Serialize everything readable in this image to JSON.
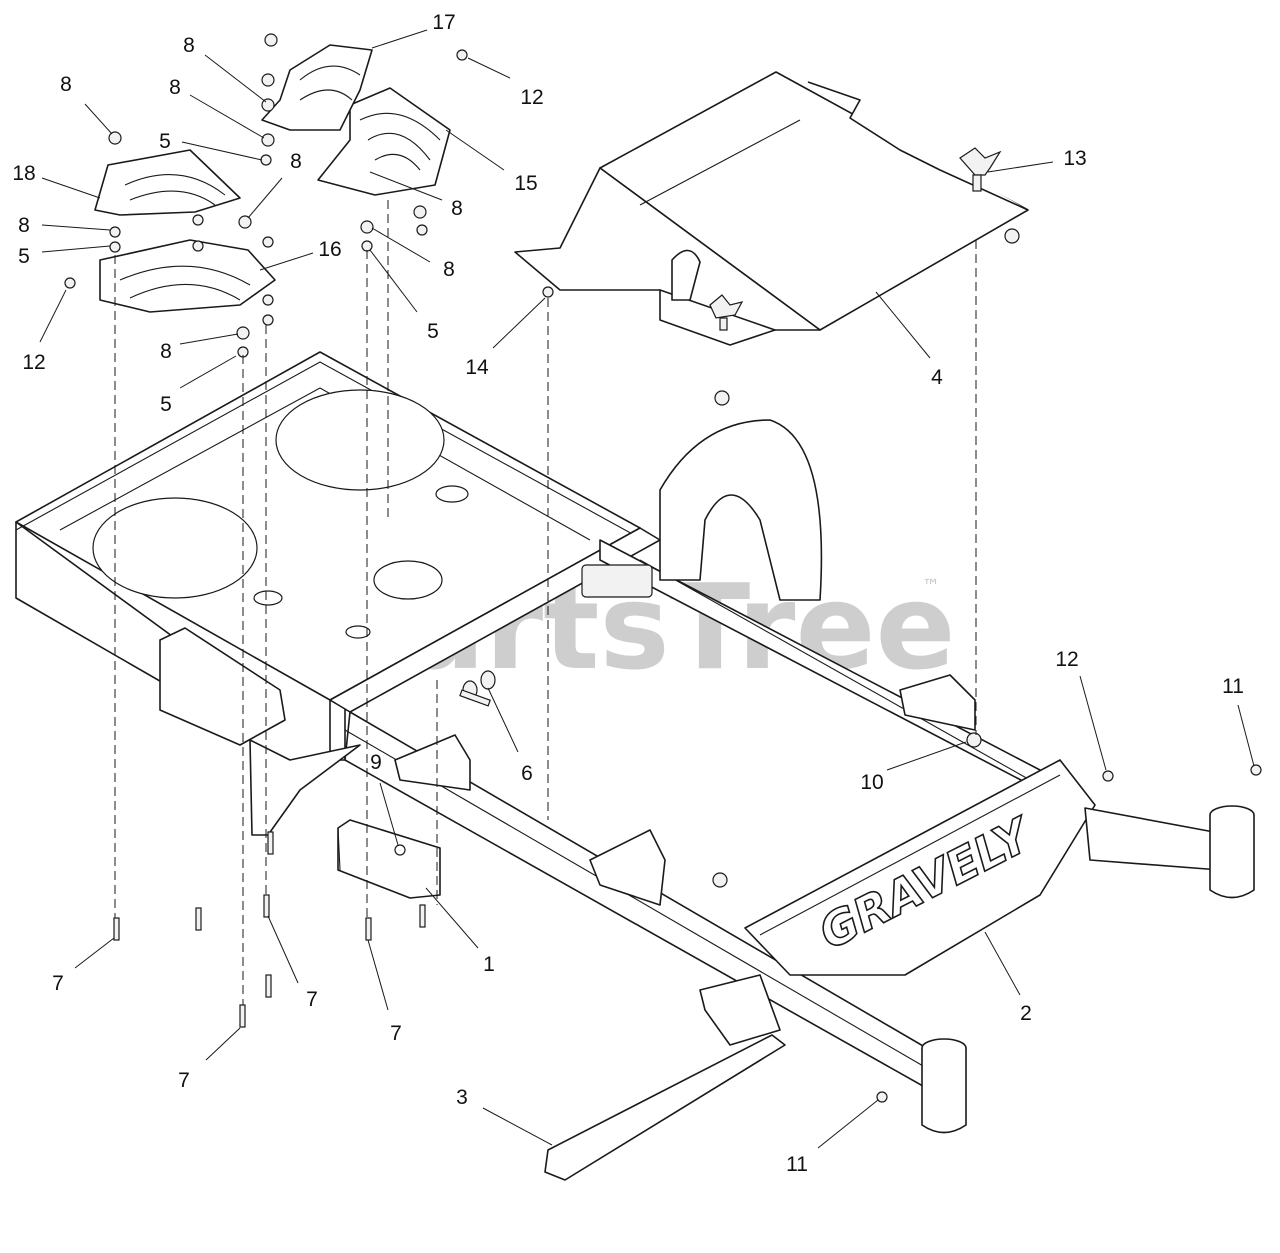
{
  "watermark": {
    "text": "PartsTree",
    "trademark": "™"
  },
  "brand_label": "GRAVELY",
  "callouts": [
    {
      "id": "c-17",
      "text": "17"
    },
    {
      "id": "c-8a",
      "text": "8"
    },
    {
      "id": "c-12a",
      "text": "12"
    },
    {
      "id": "c-8b",
      "text": "8"
    },
    {
      "id": "c-8c",
      "text": "8"
    },
    {
      "id": "c-5a",
      "text": "5"
    },
    {
      "id": "c-8d",
      "text": "8"
    },
    {
      "id": "c-15",
      "text": "15"
    },
    {
      "id": "c-13",
      "text": "13"
    },
    {
      "id": "c-18",
      "text": "18"
    },
    {
      "id": "c-8e",
      "text": "8"
    },
    {
      "id": "c-8f",
      "text": "8"
    },
    {
      "id": "c-5b",
      "text": "5"
    },
    {
      "id": "c-16",
      "text": "16"
    },
    {
      "id": "c-8g",
      "text": "8"
    },
    {
      "id": "c-12b",
      "text": "12"
    },
    {
      "id": "c-5c",
      "text": "5"
    },
    {
      "id": "c-14",
      "text": "14"
    },
    {
      "id": "c-4",
      "text": "4"
    },
    {
      "id": "c-8h",
      "text": "8"
    },
    {
      "id": "c-5d",
      "text": "5"
    },
    {
      "id": "c-12c",
      "text": "12"
    },
    {
      "id": "c-11a",
      "text": "11"
    },
    {
      "id": "c-6",
      "text": "6"
    },
    {
      "id": "c-10",
      "text": "10"
    },
    {
      "id": "c-9",
      "text": "9"
    },
    {
      "id": "c-1",
      "text": "1"
    },
    {
      "id": "c-2",
      "text": "2"
    },
    {
      "id": "c-7a",
      "text": "7"
    },
    {
      "id": "c-7b",
      "text": "7"
    },
    {
      "id": "c-7c",
      "text": "7"
    },
    {
      "id": "c-7d",
      "text": "7"
    },
    {
      "id": "c-3",
      "text": "3"
    },
    {
      "id": "c-11b",
      "text": "11"
    }
  ]
}
